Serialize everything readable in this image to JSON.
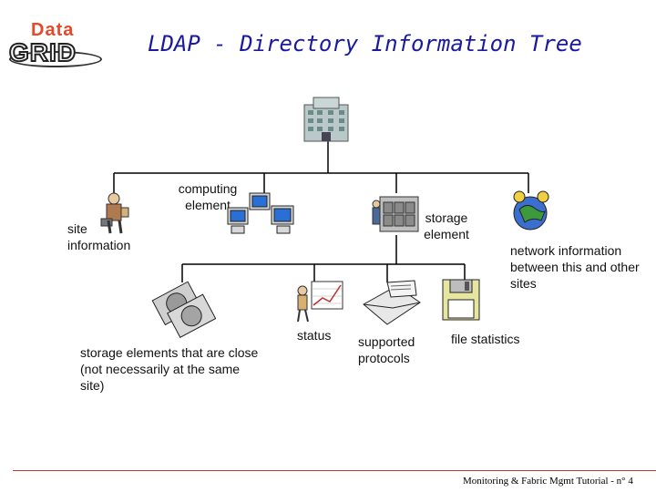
{
  "logo": {
    "word_top": "Data",
    "word_bottom": "GRID"
  },
  "title": "LDAP - Directory Information Tree",
  "nodes": {
    "site_information": "site information",
    "computing_element": "computing element",
    "storage_element": "storage element",
    "network_information": "network information between this and other sites",
    "close_storage": "storage elements that are close (not necessarily at the same site)",
    "status": "status",
    "supported_protocols": "supported protocols",
    "file_statistics": "file statistics"
  },
  "icons": {
    "root": "building-icon",
    "site": "worker-icon",
    "computing": "computers-icon",
    "storage": "storage-cabinet-icon",
    "network": "globe-network-icon",
    "close_storage": "hard-disks-icon",
    "status": "chart-presenter-icon",
    "protocols": "envelope-icon",
    "files": "floppy-disk-icon"
  },
  "footer": "Monitoring & Fabric Mgmt Tutorial - n° 4",
  "colors": {
    "title": "#1a1aa0",
    "logo_accent": "#e34a2a",
    "footer_rule": "#b04030"
  }
}
